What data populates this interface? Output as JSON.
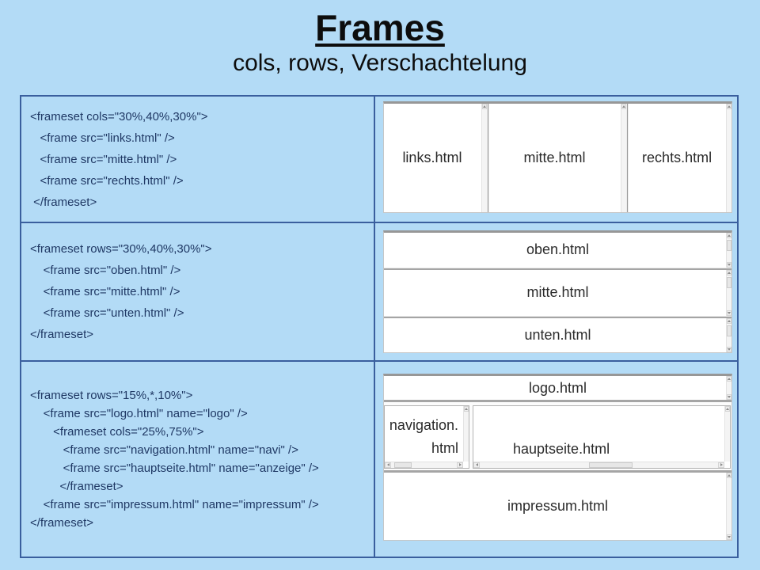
{
  "title": "Frames",
  "subtitle": "cols, rows, Verschachtelung",
  "colors": {
    "background": "#b3dbf6",
    "table_border": "#3a5f9e",
    "code_text": "#1f3864",
    "frame_label_text": "#2b2b2b",
    "frame_divider_gray": "#9a9a9a"
  },
  "examples": [
    {
      "code": [
        "<frameset cols=\"30%,40%,30%\">",
        "   <frame src=\"links.html\" />",
        "   <frame src=\"mitte.html\" />",
        "   <frame src=\"rechts.html\" />",
        " </frameset>"
      ],
      "frames": [
        "links.html",
        "mitte.html",
        "rechts.html"
      ]
    },
    {
      "code": [
        "<frameset rows=\"30%,40%,30%\">",
        "    <frame src=\"oben.html\" />",
        "    <frame src=\"mitte.html\" />",
        "    <frame src=\"unten.html\" />",
        "</frameset>"
      ],
      "frames": [
        "oben.html",
        "mitte.html",
        "unten.html"
      ]
    },
    {
      "code": [
        "<frameset rows=\"15%,*,10%\">",
        "    <frame src=\"logo.html\" name=\"logo\" />",
        "       <frameset cols=\"25%,75%\">",
        "          <frame src=\"navigation.html\" name=\"navi\" />",
        "          <frame src=\"hauptseite.html\" name=\"anzeige\" />",
        "         </frameset>",
        "    <frame src=\"impressum.html\" name=\"impressum\" />",
        "</frameset>"
      ],
      "frames": {
        "logo": "logo.html",
        "nav_line1": "navigation.",
        "nav_line2": "html",
        "haupt": "hauptseite.html",
        "impressum": "impressum.html"
      }
    }
  ]
}
